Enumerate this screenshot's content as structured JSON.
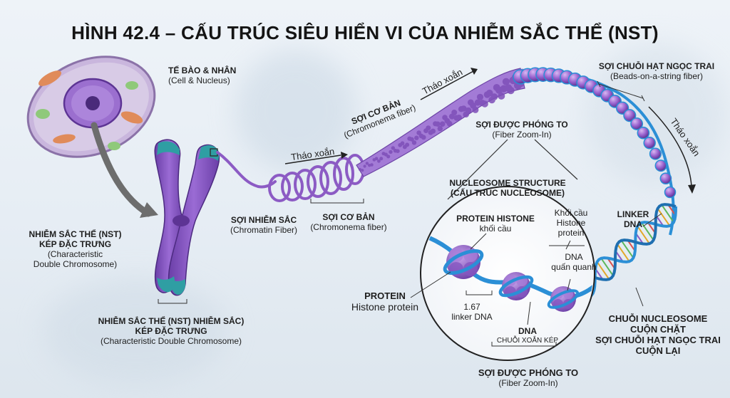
{
  "title": "HÌNH 42.4 – CẤU TRÚC SIÊU HIỂN VI CỦA NHIỄM SẮC THỂ (NST)",
  "labels": {
    "cell_title": "TẾ BÀO & NHÂN",
    "cell_sub": "(Cell & Nucleus)",
    "chrom_double_title_1": "NHIỄM SẮC THỂ (NST)",
    "chrom_double_title_2": "KÉP ĐẶC TRƯNG",
    "chrom_double_sub_1": "(Characteristic",
    "chrom_double_sub_2": "Double Chromosome)",
    "chrom_bottom_title_1": "NHIỄM SẮC THỂ (NST) NHIỄM SẮC)",
    "chrom_bottom_title_2": "KÉP ĐẶC TRƯNG",
    "chrom_bottom_sub": "(Characteristic Double Chromosome)",
    "chromatin_title": "SỢI NHIỄM SẮC",
    "chromatin_sub": "(Chromatin Fiber)",
    "chromonema_low_title": "SỢI CƠ BẢN",
    "chromonema_low_sub": "(Chromonema fiber)",
    "chromonema_up_title": "SỢI CƠ BẢN",
    "chromonema_up_sub": "(Chromonema fiber)",
    "uncoil_1": "Tháo xoắn",
    "uncoil_2": "Tháo xoắn",
    "uncoil_3": "Tháo xoắn",
    "beads_title": "SỢI CHUỖI HẠT NGỌC TRAI",
    "beads_sub": "(Beads-on-a-string fiber)",
    "zoom_top_title": "SỢI ĐƯỢC PHÓNG TO",
    "zoom_top_sub": "(Fiber Zoom-In)",
    "nucleosome_title_1": "NUCLEOSOME STRUCTURE",
    "nucleosome_title_2": "(CẤU TRÚC NUCLEOSOME)",
    "histone_title": "PROTEIN HISTONE",
    "histone_sub": "khối cầu",
    "histone_ball_1": "Khối cầu",
    "histone_ball_2": "Histone",
    "histone_ball_3": "protein",
    "dna_wrap_1": "DNA",
    "dna_wrap_2": "quấn quanh",
    "linker_num": "1.67",
    "linker_text": "linker DNA",
    "protein_title": "PROTEIN",
    "protein_sub": "Histone protein",
    "dna_title": "DNA",
    "dna_sub": "CHUỖI XOẮN KÉP",
    "zoom_bottom_title": "SỢI ĐƯỢC PHÓNG TO",
    "zoom_bottom_sub": "(Fiber Zoom-In)",
    "linker_dna_1": "LINKER",
    "linker_dna_2": "DNA",
    "coiled_1": "CHUỖI NUCLEOSOME",
    "coiled_2": "CUỘN CHẶT",
    "coiled_3": "SỢI CHUỖI HẠT NGỌC TRAI",
    "coiled_4": "CUỘN LẠI"
  },
  "colors": {
    "purple": "#8c5bc4",
    "purple_dark": "#5d3494",
    "teal": "#2f9ea3",
    "dna_blue": "#2b8fd6",
    "arrow_gray": "#6d6d6d"
  }
}
